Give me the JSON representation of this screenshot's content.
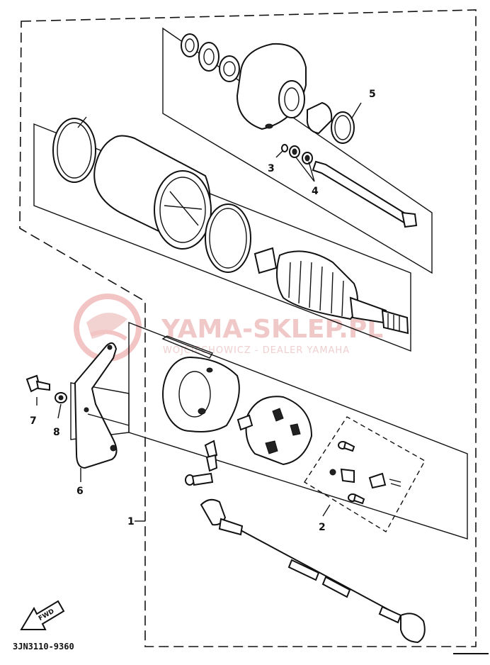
{
  "diagram": {
    "callouts": [
      {
        "id": "1",
        "label": "1"
      },
      {
        "id": "2",
        "label": "2"
      },
      {
        "id": "3",
        "label": "3"
      },
      {
        "id": "4",
        "label": "4"
      },
      {
        "id": "5",
        "label": "5"
      },
      {
        "id": "6",
        "label": "6"
      },
      {
        "id": "7",
        "label": "7"
      },
      {
        "id": "8",
        "label": "8"
      }
    ],
    "part_code": "3JN3110-9360",
    "fwd_label": "FWD",
    "watermark": {
      "main": "YAMA-SKLEP.PL",
      "sub": "WOJCIECHOWICZ - DEALER YAMAHA"
    },
    "icons": [
      "fwd-arrow-icon",
      "watermark-logo-icon"
    ],
    "colors": {
      "line": "#111111",
      "background": "#ffffff",
      "watermark": "#f0c8c8"
    }
  }
}
